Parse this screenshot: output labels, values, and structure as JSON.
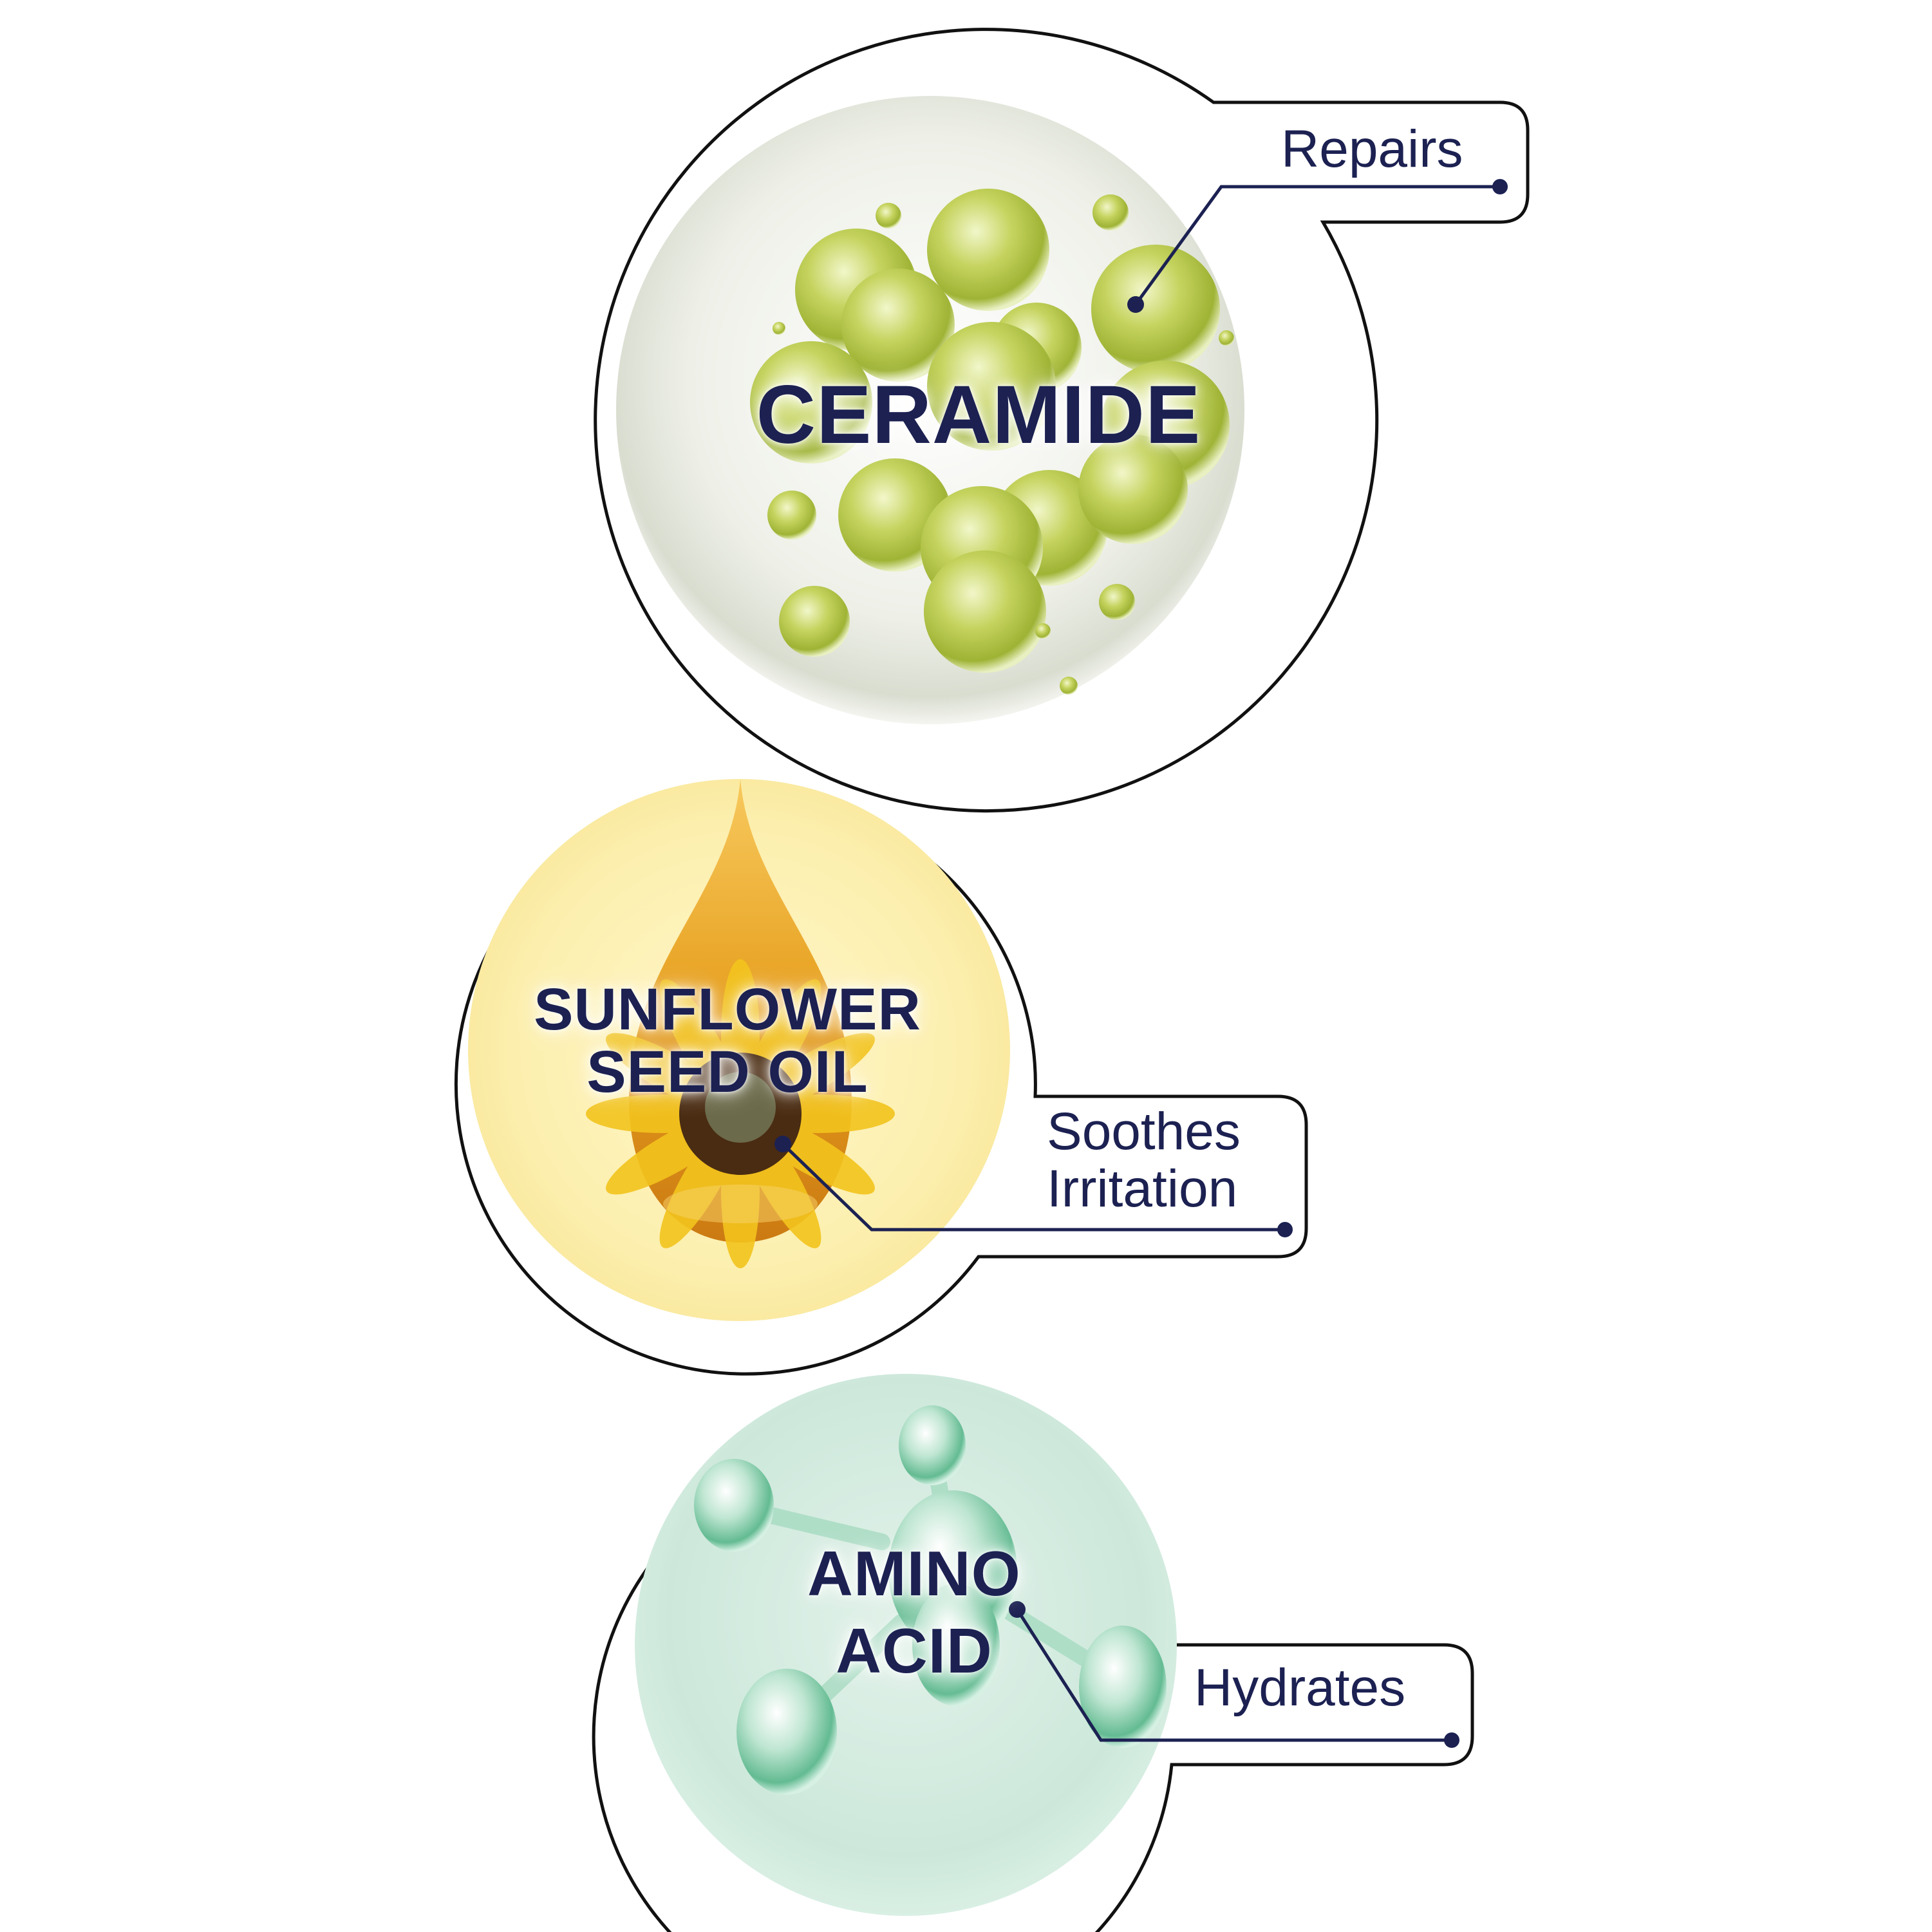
{
  "colors": {
    "navy": "#1c2152",
    "outline": "#111111",
    "ceramide_bg": "#e9ece2",
    "ceramide_bubble": "#b8c94a",
    "sunflower_bg": "#fbeeaa",
    "oil_drop": "#e9a11a",
    "sunflower_petal": "#f1c21b",
    "amino_bg": "#cfe9dc",
    "amino_atom": "#8fd0b0"
  },
  "ingredients": [
    {
      "id": "ceramide",
      "title_lines": [
        "CERAMIDE"
      ],
      "benefit_lines": [
        "Repairs"
      ],
      "icon": "oil-bubbles-icon"
    },
    {
      "id": "sunflower",
      "title_lines": [
        "SUNFLOWER",
        "SEED OIL"
      ],
      "benefit_lines": [
        "Soothes",
        "Irritation"
      ],
      "icon": "sunflower-oil-drop-icon"
    },
    {
      "id": "amino",
      "title_lines": [
        "AMINO",
        "ACID"
      ],
      "benefit_lines": [
        "Hydrates"
      ],
      "icon": "molecule-icon"
    }
  ]
}
